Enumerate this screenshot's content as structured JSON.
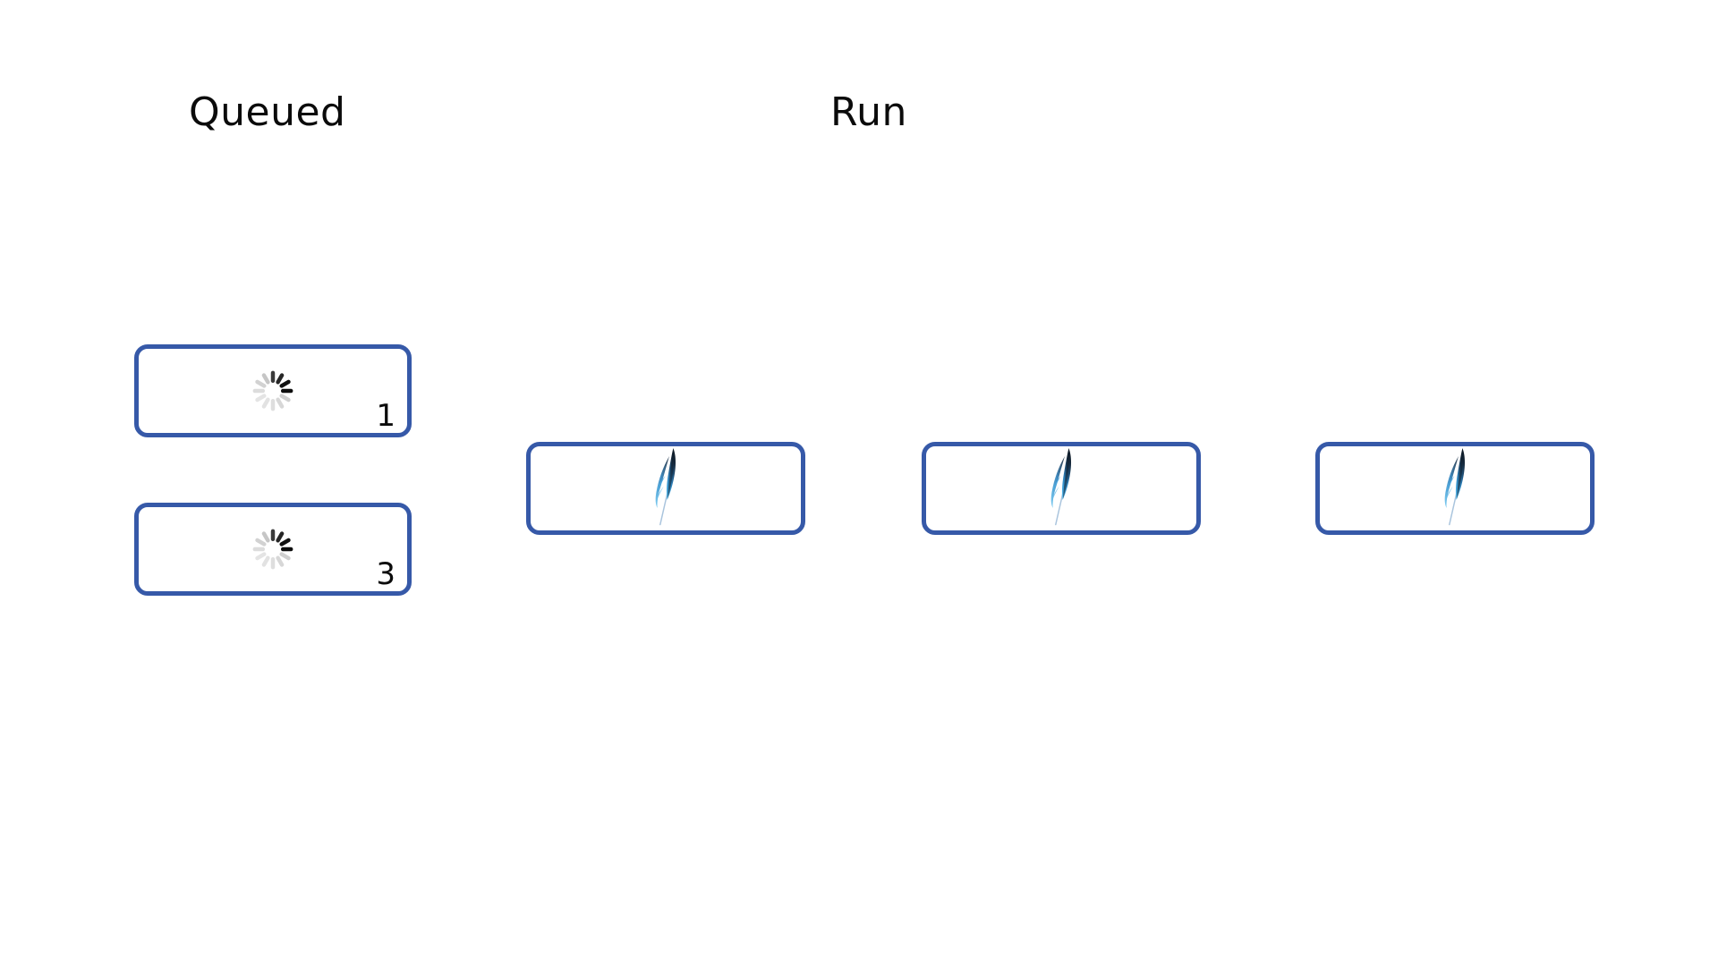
{
  "board": {
    "background_color": "#ffffff",
    "card_border_color": "#3659a8",
    "columns": [
      {
        "id": "queued",
        "heading": "Queued",
        "cards": [
          {
            "icon": "loading-spinner-icon",
            "badge": "1"
          },
          {
            "icon": "loading-spinner-icon",
            "badge": "3"
          }
        ]
      },
      {
        "id": "run",
        "heading": "Run",
        "cards": [
          {
            "icon": "apache-feather-icon",
            "badge": ""
          },
          {
            "icon": "apache-feather-icon",
            "badge": ""
          },
          {
            "icon": "apache-feather-icon",
            "badge": ""
          }
        ]
      }
    ]
  },
  "icons": {
    "spinner": {
      "name": "loading-spinner-icon",
      "spoke_count": 12,
      "dark_color": "#121212",
      "light_color": "#e2e2e2"
    },
    "feather": {
      "name": "apache-feather-icon",
      "tip_color": "#14202e",
      "mid_color": "#2a6ea6",
      "base_color": "#45a7e0",
      "quill_color": "#a9c4dd"
    }
  }
}
